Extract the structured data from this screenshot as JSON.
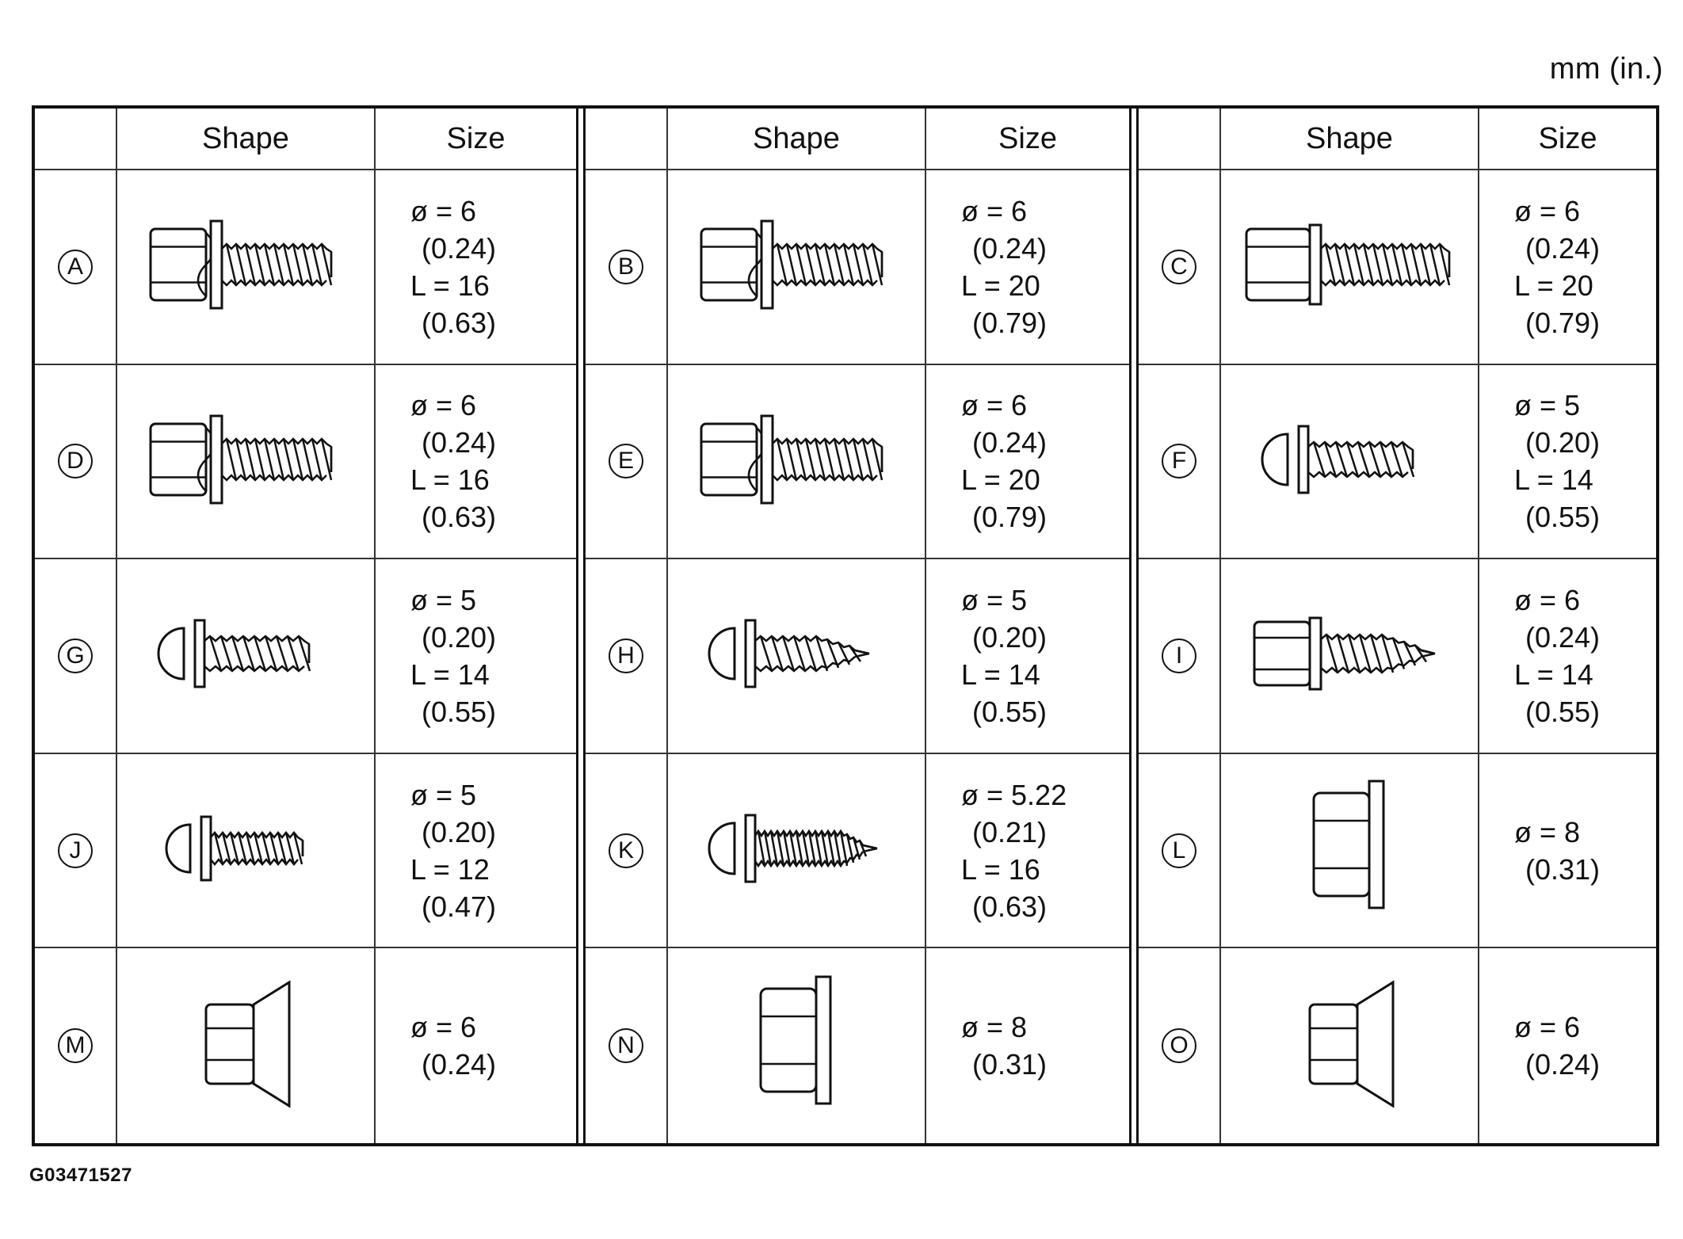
{
  "units_label": "mm (in.)",
  "figure_code": "G03471527",
  "headers": {
    "shape": "Shape",
    "size": "Size"
  },
  "groups": [
    {
      "rows": [
        {
          "label": "A",
          "shape_icon": "flange-bolt-washer-icon",
          "dia": "ø = 6",
          "dia_in": "(0.24)",
          "len": "L = 16",
          "len_in": "(0.63)"
        },
        {
          "label": "D",
          "shape_icon": "flange-bolt-washer-icon",
          "dia": "ø = 6",
          "dia_in": "(0.24)",
          "len": "L = 16",
          "len_in": "(0.63)"
        },
        {
          "label": "G",
          "shape_icon": "pan-head-trilobe-screw-icon",
          "dia": "ø = 5",
          "dia_in": "(0.20)",
          "len": "L = 14",
          "len_in": "(0.55)"
        },
        {
          "label": "J",
          "shape_icon": "pan-head-screw-icon",
          "dia": "ø = 5",
          "dia_in": "(0.20)",
          "len": "L = 12",
          "len_in": "(0.47)"
        },
        {
          "label": "M",
          "shape_icon": "tapered-flange-nut-icon",
          "dia": "ø = 6",
          "dia_in": "(0.24)",
          "len": "",
          "len_in": ""
        }
      ]
    },
    {
      "rows": [
        {
          "label": "B",
          "shape_icon": "flange-bolt-washer-icon",
          "dia": "ø = 6",
          "dia_in": "(0.24)",
          "len": "L = 20",
          "len_in": "(0.79)"
        },
        {
          "label": "E",
          "shape_icon": "flange-bolt-washer-icon",
          "dia": "ø = 6",
          "dia_in": "(0.24)",
          "len": "L = 20",
          "len_in": "(0.79)"
        },
        {
          "label": "H",
          "shape_icon": "pan-head-tapping-screw-icon",
          "dia": "ø = 5",
          "dia_in": "(0.20)",
          "len": "L = 14",
          "len_in": "(0.55)"
        },
        {
          "label": "K",
          "shape_icon": "pan-head-fine-tapping-screw-icon",
          "dia": "ø = 5.22",
          "dia_in": "(0.21)",
          "len": "L = 16",
          "len_in": "(0.63)"
        },
        {
          "label": "N",
          "shape_icon": "flange-nut-icon",
          "dia": "ø = 8",
          "dia_in": "(0.31)",
          "len": "",
          "len_in": ""
        }
      ]
    },
    {
      "rows": [
        {
          "label": "C",
          "shape_icon": "flange-bolt-icon",
          "dia": "ø = 6",
          "dia_in": "(0.24)",
          "len": "L = 20",
          "len_in": "(0.79)"
        },
        {
          "label": "F",
          "shape_icon": "pan-head-trilobe-screw-icon",
          "dia": "ø = 5",
          "dia_in": "(0.20)",
          "len": "L = 14",
          "len_in": "(0.55)"
        },
        {
          "label": "I",
          "shape_icon": "flange-tapping-bolt-icon",
          "dia": "ø = 6",
          "dia_in": "(0.24)",
          "len": "L = 14",
          "len_in": "(0.55)"
        },
        {
          "label": "L",
          "shape_icon": "flange-nut-icon",
          "dia": "ø = 8",
          "dia_in": "(0.31)",
          "len": "",
          "len_in": ""
        },
        {
          "label": "O",
          "shape_icon": "tapered-flange-nut-icon",
          "dia": "ø = 6",
          "dia_in": "(0.24)",
          "len": "",
          "len_in": ""
        }
      ]
    }
  ]
}
